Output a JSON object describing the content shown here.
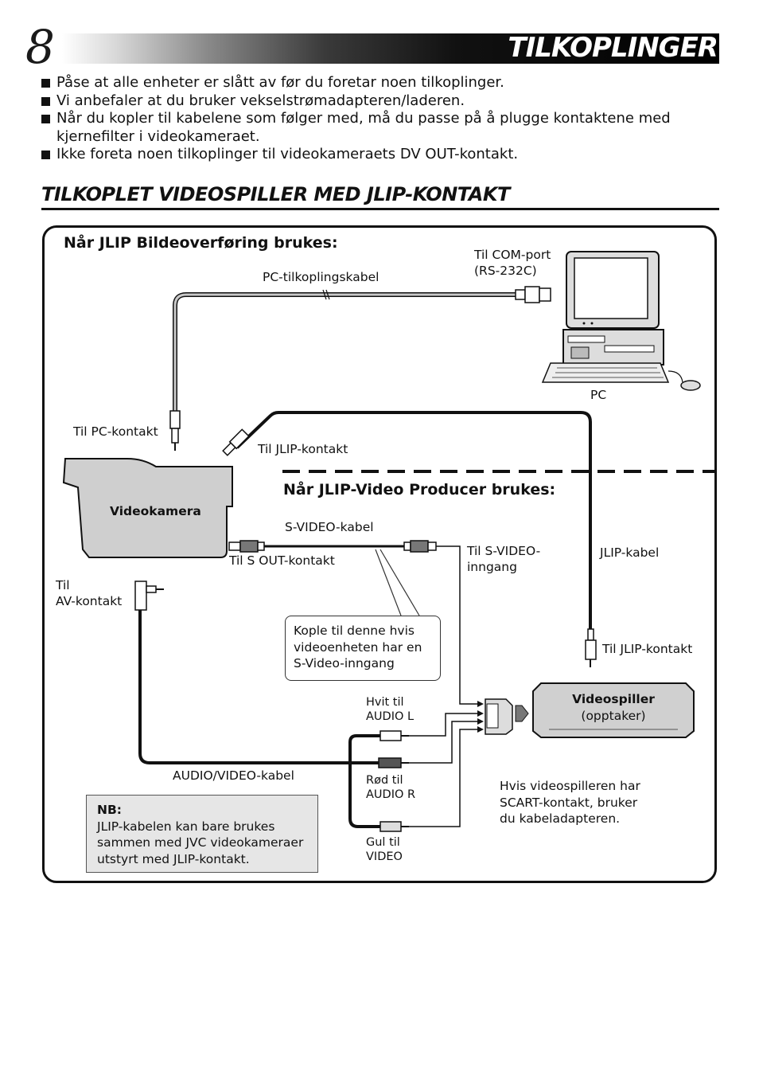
{
  "header": {
    "page_number": "8",
    "title": "TILKOPLINGER"
  },
  "bullets": [
    "Påse at alle enheter er slått av før du foretar noen tilkoplinger.",
    "Vi anbefaler at du bruker vekselstrømadapteren/laderen.",
    "Når du kopler til kabelene som følger med, må du passe på å plugge kontaktene med kjernefilter i videokameraet.",
    "Ikke foreta noen tilkoplinger til videokameraets DV OUT-kontakt."
  ],
  "section": {
    "title": "TILKOPLET VIDEOSPILLER MED JLIP-KONTAKT"
  },
  "diagram": {
    "jlip_bilde_heading": "Når JLIP Bildeoverføring brukes:",
    "jlip_video_heading": "Når JLIP-Video Producer brukes:",
    "pc_cable": "PC-tilkoplingskabel",
    "com_port": "Til COM-port",
    "rs232": "(RS-232C)",
    "pc": "PC",
    "to_pc_jack": "Til PC-kontakt",
    "to_jlip_jack_top": "Til JLIP-kontakt",
    "camera": "Videokamera",
    "svideo_cable": "S-VIDEO-kabel",
    "to_s_out": "Til S OUT-kontakt",
    "to_svideo_in_1": "Til S-VIDEO-",
    "to_svideo_in_2": "inngang",
    "jlip_cable": "JLIP-kabel",
    "to_av_1": "Til",
    "to_av_2": "AV-kontakt",
    "tip_lines": [
      "Kople til denne hvis",
      "videoenheten har en",
      "S-Video-inngang"
    ],
    "to_jlip_jack_bottom": "Til JLIP-kontakt",
    "white_1": "Hvit til",
    "white_2": "AUDIO L",
    "red_1": "Rød til",
    "red_2": "AUDIO R",
    "yellow_1": "Gul til",
    "yellow_2": "VIDEO",
    "av_cable": "AUDIO/VIDEO-kabel",
    "vcr_title": "Videospiller",
    "vcr_sub": "(opptaker)",
    "scart_lines": [
      "Hvis videospilleren har",
      "SCART-kontakt, bruker",
      "du kabeladapteren."
    ],
    "note_title": "NB:",
    "note_lines": [
      "JLIP-kabelen kan bare brukes",
      "sammen med JVC videokameraer",
      "utstyrt med JLIP-kontakt."
    ]
  }
}
